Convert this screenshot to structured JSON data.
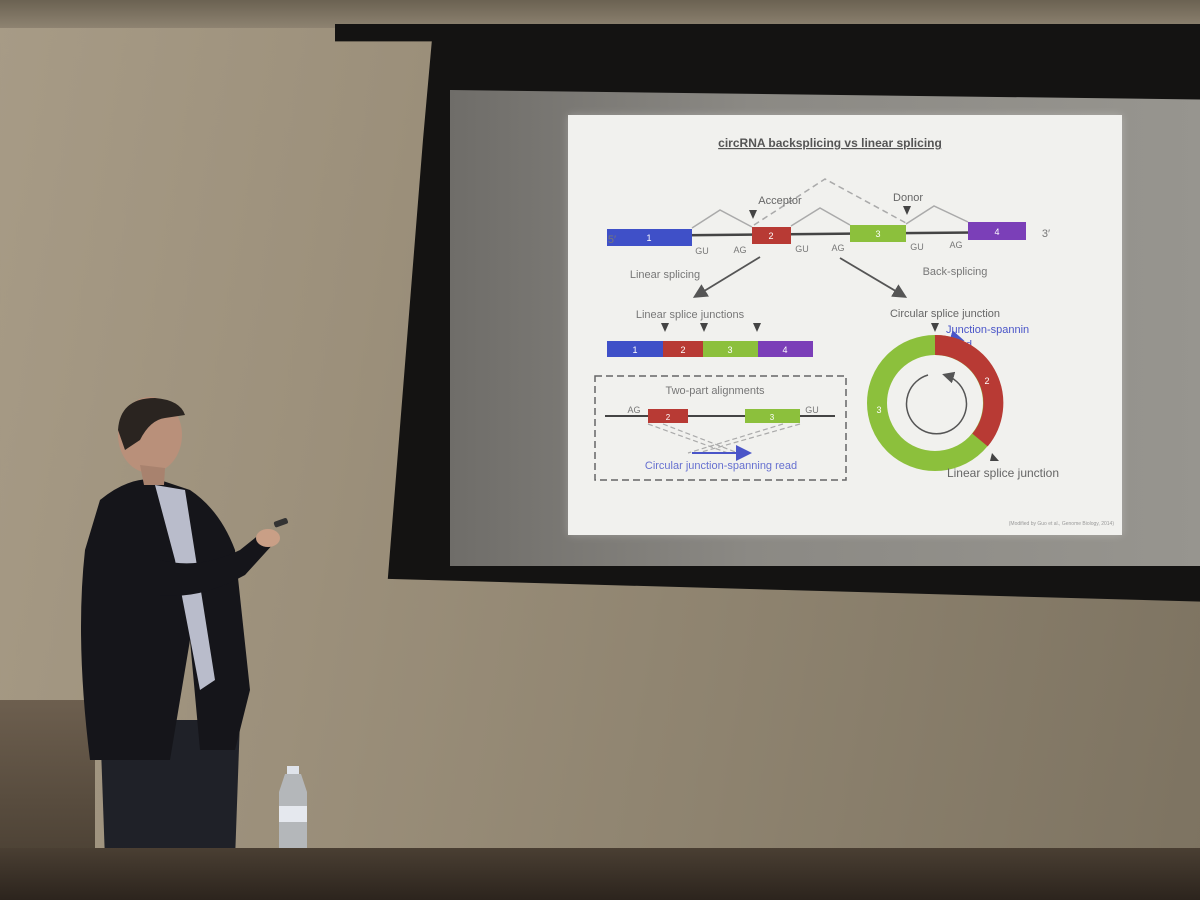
{
  "slide": {
    "title": "circRNA backsplicing vs linear splicing",
    "five_prime": "5′",
    "three_prime": "3′",
    "acceptor": "Acceptor",
    "donor": "Donor",
    "exons": [
      "1",
      "2",
      "3",
      "4"
    ],
    "exon_colors": [
      "#3f50c8",
      "#b83a34",
      "#8cc03c",
      "#7b3fb8"
    ],
    "splice_sites": [
      "GU",
      "AG",
      "GU",
      "AG",
      "GU",
      "AG"
    ],
    "linear_splicing": "Linear splicing",
    "back_splicing": "Back-splicing",
    "linear_splice_junctions": "Linear splice junctions",
    "circular_splice_junction": "Circular splice junction",
    "junction_spanning_read_1": "Junction-spannin",
    "junction_spanning_read_2": "read",
    "two_part_alignments": "Two-part alignments",
    "ag": "AG",
    "gu": "GU",
    "circular_read": "Circular junction-spanning read",
    "linear_splice_junction": "Linear splice junction",
    "citation": "(Modified by Guo et al., Genome Biology, 2014)"
  }
}
